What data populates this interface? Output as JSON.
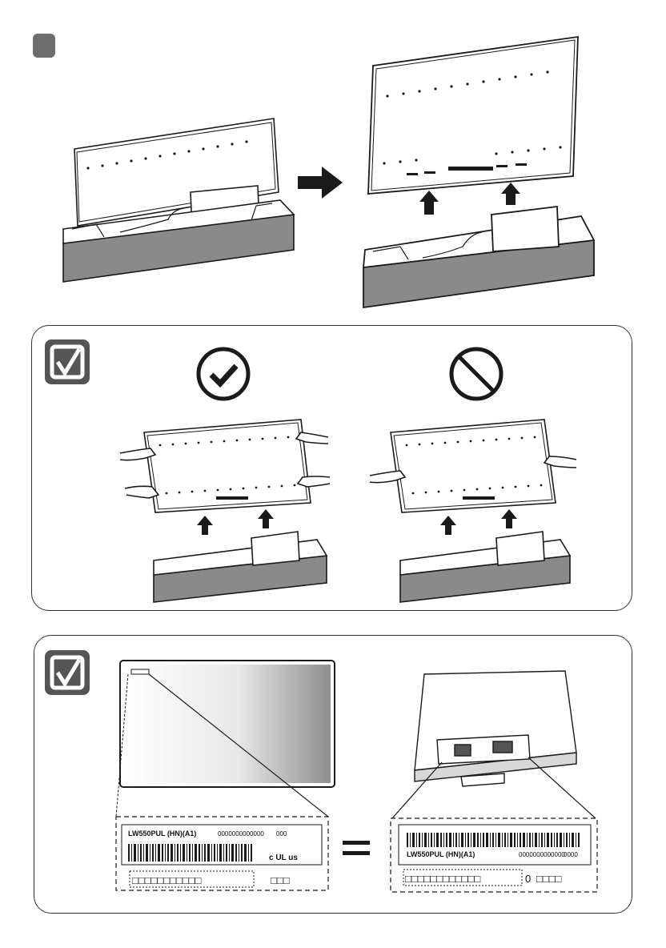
{
  "step": {
    "badge_icon": "step-number-badge"
  },
  "panel_ok": {
    "badge_icon": "checkbox-check-icon",
    "ok_icon": "check-circle-icon",
    "no_icon": "prohibited-circle-icon"
  },
  "panel_label": {
    "badge_icon": "checkbox-check-icon",
    "equal_icon": "equals-icon",
    "left_label": {
      "model": "LW550PUL (HN)(A1)",
      "small_code": "0000000000000",
      "tail_code": "000",
      "serial_boxes": "□□□□□□□□□□□",
      "serial_tail": "□□□",
      "cert_mark": "c UL us"
    },
    "right_label": {
      "model": "LW550PUL (HN)(A1)",
      "small_code": "0000000000000",
      "tail_code": "0000",
      "serial_boxes": "□□□□□□□□□□□□",
      "serial_mid": "0",
      "serial_tail": "□□□□"
    }
  },
  "colors": {
    "ink": "#1a1a1a",
    "base_gray": "#8a8a8a",
    "badge_gray": "#6d6d6d"
  }
}
